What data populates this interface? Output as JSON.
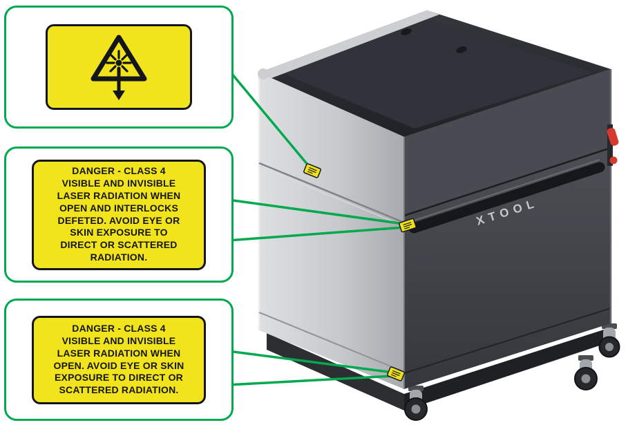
{
  "colors": {
    "background": "#ffffff",
    "callout_green": "#00a94e",
    "label_yellow": "#f2e41c",
    "label_border": "#14151a",
    "danger_text": "#15151e",
    "machine_light_gray": "#c7c9cc",
    "machine_dark_gray": "#3a3d43",
    "accent_red": "#d63a2e"
  },
  "callouts": [
    {
      "id": "laser-aperture-symbol",
      "kind": "symbol",
      "symbol": "laser-radiation-warning-triangle-with-down-arrow"
    },
    {
      "id": "danger-class4-interlock",
      "kind": "text",
      "text": "DANGER - CLASS 4\nVISIBLE AND INVISIBLE\nLASER RADIATION WHEN\nOPEN AND INTERLOCKS\nDEFETED. AVOID EYE OR\nSKIN EXPOSURE TO\nDIRECT OR SCATTERED\nRADIATION."
    },
    {
      "id": "danger-class4-open",
      "kind": "text",
      "text": "DANGER - CLASS 4\nVISIBLE AND INVISIBLE\nLASER RADIATION WHEN\nOPEN. AVOID EYE OR SKIN\nEXPOSURE TO DIRECT OR\nSCATTERED RADIATION."
    }
  ],
  "machine": {
    "brand": "xTool",
    "warning_label_count": 3
  }
}
